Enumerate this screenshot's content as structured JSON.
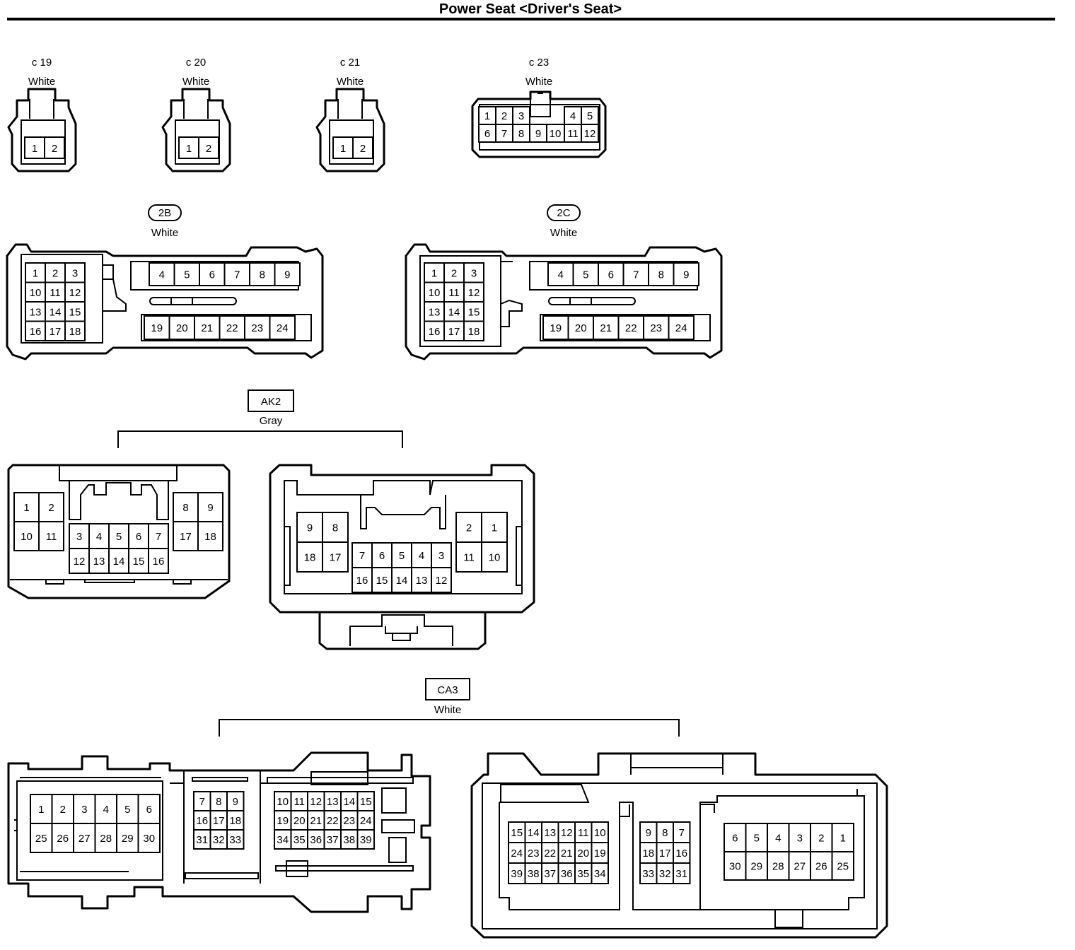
{
  "title": "Power Seat <Driver's Seat>",
  "connectors": {
    "c19": {
      "id": "c 19",
      "color": "White",
      "pins": [
        "1",
        "2"
      ]
    },
    "c20": {
      "id": "c 20",
      "color": "White",
      "pins": [
        "1",
        "2"
      ]
    },
    "c21": {
      "id": "c 21",
      "color": "White",
      "pins": [
        "1",
        "2"
      ]
    },
    "c23": {
      "id": "c 23",
      "color": "White",
      "rows": [
        [
          "1",
          "2",
          "3",
          "4",
          "5"
        ],
        [
          "6",
          "7",
          "8",
          "9",
          "10",
          "11",
          "12"
        ]
      ]
    },
    "c2B": {
      "id": "2B",
      "color": "White",
      "block": [
        [
          "1",
          "2",
          "3"
        ],
        [
          "10",
          "11",
          "12"
        ],
        [
          "13",
          "14",
          "15"
        ],
        [
          "16",
          "17",
          "18"
        ]
      ],
      "row1": [
        "4",
        "5",
        "6",
        "7",
        "8",
        "9"
      ],
      "row2": [
        "19",
        "20",
        "21",
        "22",
        "23",
        "24"
      ]
    },
    "c2C": {
      "id": "2C",
      "color": "White",
      "block": [
        [
          "1",
          "2",
          "3"
        ],
        [
          "10",
          "11",
          "12"
        ],
        [
          "13",
          "14",
          "15"
        ],
        [
          "16",
          "17",
          "18"
        ]
      ],
      "row1": [
        "4",
        "5",
        "6",
        "7",
        "8",
        "9"
      ],
      "row2": [
        "19",
        "20",
        "21",
        "22",
        "23",
        "24"
      ]
    },
    "AK2": {
      "id": "AK2",
      "color": "Gray",
      "left": {
        "g1": [
          [
            "1",
            "2"
          ],
          [
            "10",
            "11"
          ]
        ],
        "g2": [
          [
            "3",
            "4",
            "5",
            "6",
            "7"
          ],
          [
            "12",
            "13",
            "14",
            "15",
            "16"
          ]
        ],
        "g3": [
          [
            "8",
            "9"
          ],
          [
            "17",
            "18"
          ]
        ]
      },
      "right": {
        "g1": [
          [
            "9",
            "8"
          ],
          [
            "18",
            "17"
          ]
        ],
        "g2": [
          [
            "7",
            "6",
            "5",
            "4",
            "3"
          ],
          [
            "16",
            "15",
            "14",
            "13",
            "12"
          ]
        ],
        "g3": [
          [
            "2",
            "1"
          ],
          [
            "11",
            "10"
          ]
        ]
      }
    },
    "CA3": {
      "id": "CA3",
      "color": "White",
      "left": {
        "g1": [
          [
            "1",
            "2",
            "3",
            "4",
            "5",
            "6"
          ],
          [
            "25",
            "26",
            "27",
            "28",
            "29",
            "30"
          ]
        ],
        "g2": [
          [
            "7",
            "8",
            "9"
          ],
          [
            "16",
            "17",
            "18"
          ],
          [
            "31",
            "32",
            "33"
          ]
        ],
        "g3": [
          [
            "10",
            "11",
            "12",
            "13",
            "14",
            "15"
          ],
          [
            "19",
            "20",
            "21",
            "22",
            "23",
            "24"
          ],
          [
            "34",
            "35",
            "36",
            "37",
            "38",
            "39"
          ]
        ]
      },
      "right": {
        "g1": [
          [
            "15",
            "14",
            "13",
            "12",
            "11",
            "10"
          ],
          [
            "24",
            "23",
            "22",
            "21",
            "20",
            "19"
          ],
          [
            "39",
            "38",
            "37",
            "36",
            "35",
            "34"
          ]
        ],
        "g2": [
          [
            "9",
            "8",
            "7"
          ],
          [
            "18",
            "17",
            "16"
          ],
          [
            "33",
            "32",
            "31"
          ]
        ],
        "g3": [
          [
            "6",
            "5",
            "4",
            "3",
            "2",
            "1"
          ],
          [
            "30",
            "29",
            "28",
            "27",
            "26",
            "25"
          ]
        ]
      }
    }
  }
}
